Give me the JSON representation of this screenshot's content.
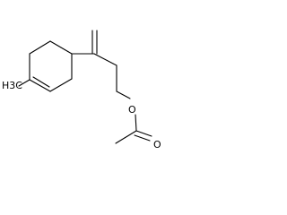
{
  "molecule": {
    "atom_labels": {
      "methyl": "H3C",
      "ester_oxygen": "O",
      "carbonyl_oxygen": "O"
    }
  }
}
